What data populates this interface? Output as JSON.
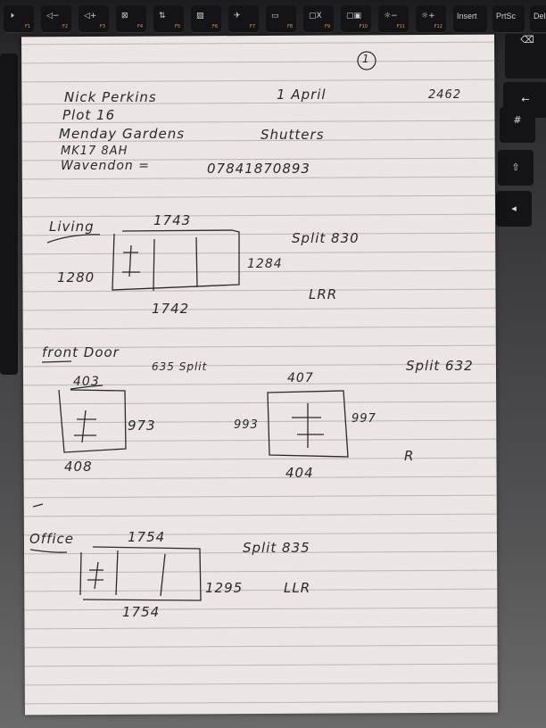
{
  "keyboard": {
    "function_keys": [
      {
        "icon": "mute-icon",
        "glyph": "🕨",
        "fn": "F1"
      },
      {
        "icon": "volume-down-icon",
        "glyph": "◁−",
        "fn": "F2"
      },
      {
        "icon": "volume-up-icon",
        "glyph": "◁+",
        "fn": "F3"
      },
      {
        "icon": "mic-mute-icon",
        "glyph": "⊠",
        "fn": "F4"
      },
      {
        "icon": "refresh-icon",
        "glyph": "⇅",
        "fn": "F5"
      },
      {
        "icon": "touchpad-icon",
        "glyph": "▨",
        "fn": "F6"
      },
      {
        "icon": "airplane-icon",
        "glyph": "✈",
        "fn": "F7"
      },
      {
        "icon": "keyboard-backlight-icon",
        "glyph": "▭",
        "fn": "F8"
      },
      {
        "icon": "display-off-icon",
        "glyph": "▢X",
        "fn": "F9"
      },
      {
        "icon": "project-icon",
        "glyph": "▢▣",
        "fn": "F10"
      },
      {
        "icon": "brightness-down-icon",
        "glyph": "☼−",
        "fn": "F11"
      },
      {
        "icon": "brightness-up-icon",
        "glyph": "☼+",
        "fn": "F12"
      }
    ],
    "insert": "Insert",
    "prtsc": "PrtSc",
    "delete": "Dele"
  },
  "note": {
    "page_number": "1",
    "header": {
      "name": "Nick Perkins",
      "plot": "Plot 16",
      "street": "Menday Gardens",
      "postcode": "MK17 8AH",
      "town": "Wavendon =",
      "date": "1 April",
      "ref": "2462",
      "product": "Shutters",
      "phone": "07841870893"
    },
    "living": {
      "title": "Living",
      "top": "1743",
      "bottom": "1742",
      "left": "1280",
      "right": "1284",
      "split": "Split 830",
      "config": "LRR"
    },
    "front_door": {
      "title": "front Door",
      "left_split": "635 Split",
      "right_split": "Split 632",
      "left_top": "403",
      "left_bottom": "408",
      "left_right": "973",
      "right_top": "407",
      "right_bottom": "404",
      "right_left": "993",
      "right_right": "997",
      "right_config": "R",
      "tick": "✓"
    },
    "office": {
      "title": "Office",
      "top": "1754",
      "bottom": "1754",
      "right": "1295",
      "split": "Split 835",
      "config": "LLR"
    }
  }
}
